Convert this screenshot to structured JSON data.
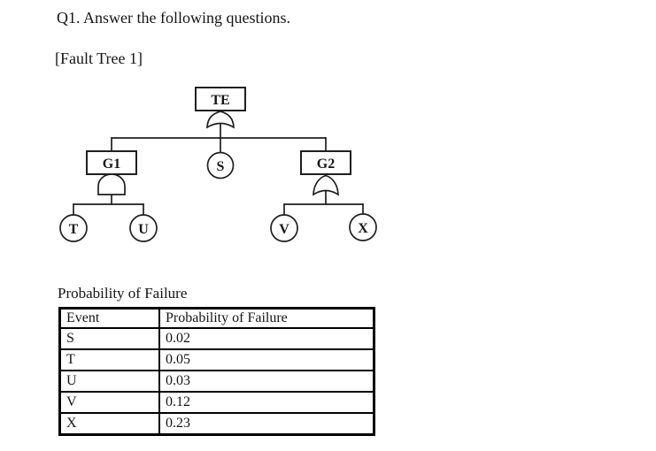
{
  "page": {
    "title": "Q1. Answer the following questions.",
    "section_label": "[Fault Tree 1]"
  },
  "fault_tree": {
    "nodes": {
      "TE": {
        "label": "TE",
        "shape": "rectangle",
        "gate": "OR",
        "children": [
          "G1",
          "S",
          "G2"
        ]
      },
      "G1": {
        "label": "G1",
        "shape": "rectangle",
        "gate": "AND",
        "children": [
          "T",
          "U"
        ]
      },
      "S": {
        "label": "S",
        "shape": "circle"
      },
      "G2": {
        "label": "G2",
        "shape": "rectangle",
        "gate": "OR",
        "children": [
          "V",
          "X"
        ]
      },
      "T": {
        "label": "T",
        "shape": "circle"
      },
      "U": {
        "label": "U",
        "shape": "circle"
      },
      "V": {
        "label": "V",
        "shape": "circle"
      },
      "X": {
        "label": "X",
        "shape": "circle"
      }
    }
  },
  "table": {
    "caption": "Probability of Failure",
    "headers": [
      "Event",
      "Probability of Failure"
    ],
    "rows": [
      {
        "event": "S",
        "probability": "0.02"
      },
      {
        "event": "T",
        "probability": "0.05"
      },
      {
        "event": "U",
        "probability": "0.03"
      },
      {
        "event": "V",
        "probability": "0.12"
      },
      {
        "event": "X",
        "probability": "0.23"
      }
    ]
  }
}
